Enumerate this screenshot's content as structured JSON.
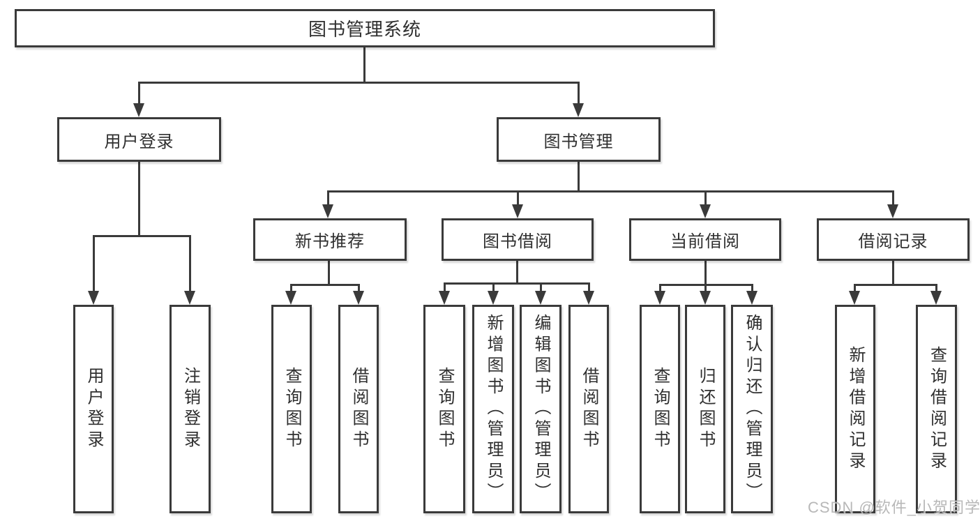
{
  "diagram": {
    "root": {
      "label": "图书管理系统"
    },
    "level2": {
      "user_login": "用户登录",
      "book_mgmt": "图书管理"
    },
    "level3": {
      "new_book": "新书推荐",
      "book_borrow": "图书借阅",
      "current_borrow": "当前借阅",
      "borrow_records": "借阅记录"
    },
    "leaves": {
      "user_login": [
        "用户登录",
        "注销登录"
      ],
      "new_book": [
        "查询图书",
        "借阅图书"
      ],
      "book_borrow": [
        "查询图书",
        "新增图书（管理员）",
        "编辑图书（管理员）",
        "借阅图书"
      ],
      "current_borrow": [
        "查询图书",
        "归还图书",
        "确认归还（管理员）"
      ],
      "borrow_records": [
        "新增借阅记录",
        "查询借阅记录"
      ]
    }
  },
  "watermark": {
    "text": "CSDN @软件_小贺同学"
  },
  "colors": {
    "line": "#3a3a3a",
    "text": "#2f2f2f",
    "watermark": "#b2b2b2",
    "background": "#ffffff"
  }
}
